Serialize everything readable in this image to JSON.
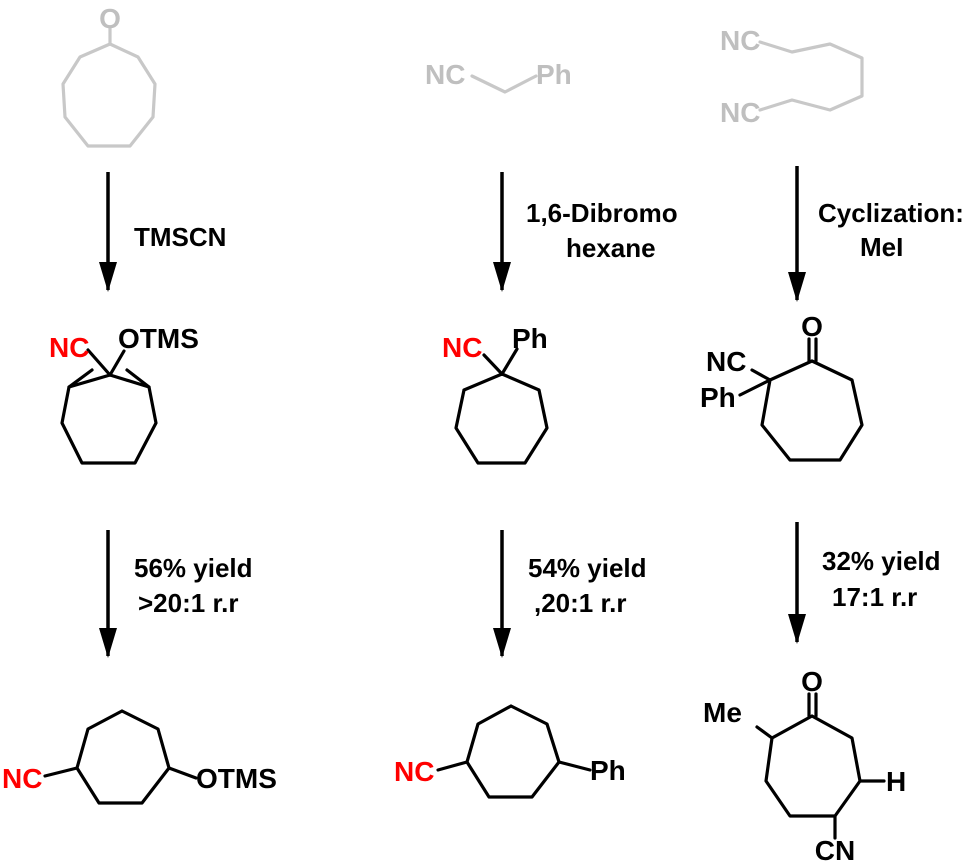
{
  "columns": [
    {
      "starting_material": {
        "atoms": [
          "O"
        ]
      },
      "reagent": [
        "TMSCN"
      ],
      "intermediate": {
        "labels": [
          "NC",
          "OTMS"
        ]
      },
      "conditions": [
        "56% yield",
        ">20:1 r.r"
      ],
      "product": {
        "labels": [
          "NC",
          "OTMS"
        ]
      }
    },
    {
      "starting_material": {
        "labels": [
          "NC",
          "Ph"
        ]
      },
      "reagent": [
        "1,6-Dibromo",
        "hexane"
      ],
      "intermediate": {
        "labels": [
          "NC",
          "Ph"
        ]
      },
      "conditions": [
        "54% yield",
        ",20:1 r.r"
      ],
      "product": {
        "labels": [
          "NC",
          "Ph"
        ]
      }
    },
    {
      "starting_material": {
        "labels": [
          "NC",
          "NC"
        ]
      },
      "reagent": [
        "Cyclization:",
        "MeI"
      ],
      "intermediate": {
        "labels": [
          "O",
          "NC",
          "Ph"
        ]
      },
      "conditions": [
        "32% yield",
        "17:1 r.r"
      ],
      "product": {
        "labels": [
          "O",
          "Me",
          "H",
          "CN"
        ]
      }
    }
  ],
  "colors": {
    "reactant_gray": "#c8c8c8",
    "highlight_red": "#ff0000",
    "ink": "#000000"
  }
}
